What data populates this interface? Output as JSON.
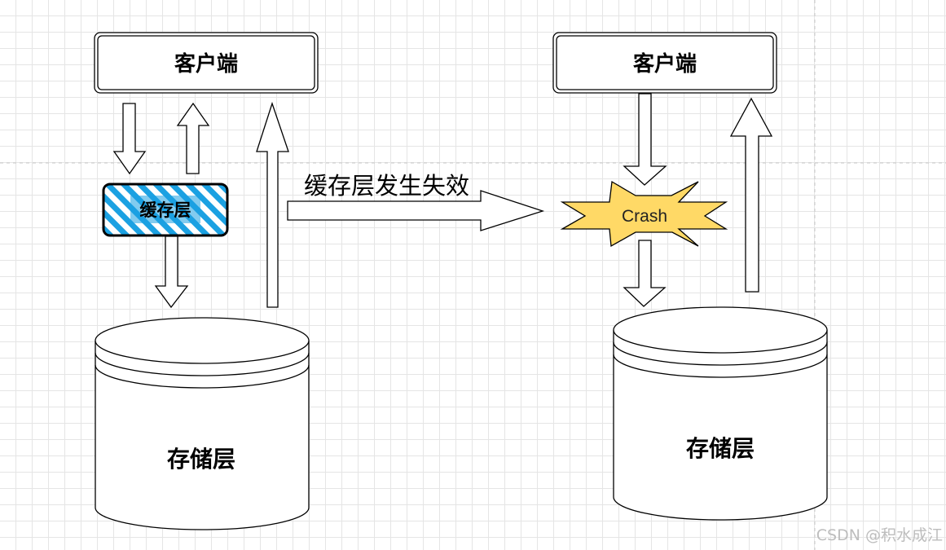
{
  "left": {
    "client_label": "客户端",
    "cache_label": "缓存层",
    "storage_label": "存储层"
  },
  "middle": {
    "failure_label": "缓存层发生失效"
  },
  "right": {
    "client_label": "客户端",
    "crash_label": "Crash",
    "storage_label": "存储层"
  },
  "watermark": "CSDN @积水成江",
  "colors": {
    "cache_hatch": "#1ba1e2",
    "crash_fill": "#ffd966",
    "stroke": "#000000"
  }
}
